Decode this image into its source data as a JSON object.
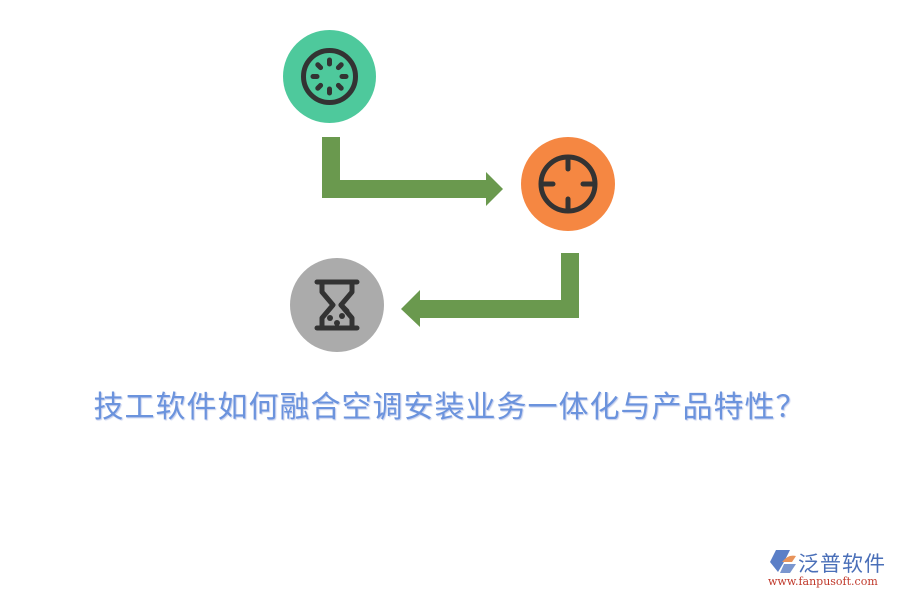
{
  "diagram": {
    "steps": [
      {
        "id": "step-1",
        "icon": "loading-spinner-icon",
        "color": "#4ec99c"
      },
      {
        "id": "step-2",
        "icon": "crosshair-target-icon",
        "color": "#f58742"
      },
      {
        "id": "step-3",
        "icon": "hourglass-icon",
        "color": "#ababab"
      }
    ],
    "connectors": [
      {
        "from": "step-1",
        "to": "step-2",
        "color": "#6a994e"
      },
      {
        "from": "step-2",
        "to": "step-3",
        "color": "#6a994e"
      }
    ],
    "icon_stroke_color": "#333333"
  },
  "title": "技工软件如何融合空调安装业务一体化与产品特性？",
  "logo": {
    "name": "泛普软件",
    "url": "www.fanpusoft.com"
  }
}
